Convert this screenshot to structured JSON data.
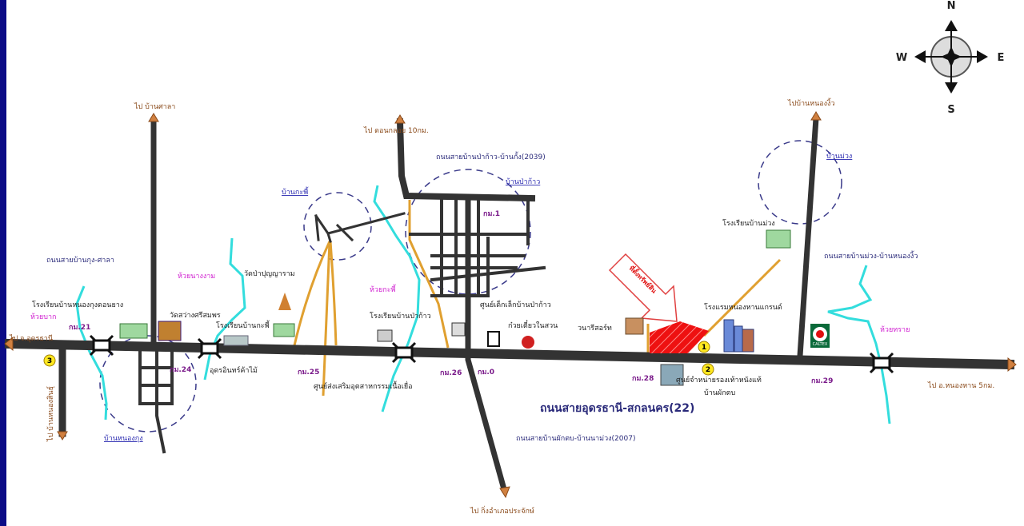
{
  "compass": {
    "north": "N",
    "south": "S",
    "east": "E",
    "west": "W"
  },
  "destinations": {
    "udon": "ไป จ.อุดรธานี",
    "sala": "ไป บ้านศาลา",
    "nongsin": "ไป บ้านหนองสินธุ์",
    "donkloi": "ไป ดอนกลอย 10กม.",
    "prachak": "ไป กิ่งอำเภอประจักษ์",
    "nongngiw": "ไปบ้านหนองงิ้ว",
    "nonghan": "ไป อ.หนองหาน 5กม."
  },
  "roads": {
    "kung_sala": "ถนนสายบ้านกุง-ศาลา",
    "pakao_kang": "ถนนสายบ้านป่าก้าว-บ้านกั้ง(2039)",
    "main": "ถนนสายอุดรธานี-สกลนคร(22)",
    "phaktop_namuang": "ถนนสายบ้านผักตบ-บ้านนาม่วง(2007)",
    "muang_nongngiw": "ถนนสายบ้านม่วง-บ้านหนองงิ้ว"
  },
  "villages": {
    "nongkung": "บ้านหนองกุง",
    "kaphi": "บ้านกะพี้",
    "pakao": "บ้านป่าก้าว",
    "muang": "บ้านม่วง"
  },
  "rivers": {
    "bak": "ห้วยบาก",
    "nangngam": "ห้วยนางงาม",
    "kaphi": "ห้วยกะพี้",
    "sai": "ห้วยทราย"
  },
  "landmarks": {
    "school_nongkung": "โรงเรียนบ้านหนองกุงดอนยาง",
    "wat_sawang": "วัดสว่างศรีสมพร",
    "wat_pa": "วัดป่าปุญญาราม",
    "school_kaphi": "โรงเรียนบ้านกะพี้",
    "udon_wood": "อุดรอินทร์ค้าไม้",
    "tissue_center": "ศูนย์ส่งเสริมอุตสาหกรรมเนื้อเยื่อ",
    "child_center": "ศูนย์เด็กเล็กบ้านป่าก้าว",
    "school_pakao": "โรงเรียนบ้านป่าก้าว",
    "noodle": "ก๋วยเตี๋ยวในสวน",
    "resort": "วนารีสอร์ท",
    "property": "ที่ตั้งทรัพย์สิน",
    "hotel": "โรงแรมหนองหานแกรนด์",
    "leather_1": "ศูนย์จำหน่ายรองเท้าหนังแท้",
    "leather_2": "บ้านผักตบ",
    "school_muang": "โรงเรียนบ้านม่วง",
    "caltex": "CALTEX"
  },
  "km_markers": [
    "กม.21",
    "กม.24",
    "กม.25",
    "กม.26",
    "กม.0",
    "กม.1",
    "กม.28",
    "กม.29"
  ],
  "points": [
    "1",
    "2",
    "3"
  ],
  "colors": {
    "road": "#333333",
    "minor": "#e0a030",
    "river": "#33dddd",
    "parcel": "#ee1111",
    "border": "#0c0c86"
  }
}
